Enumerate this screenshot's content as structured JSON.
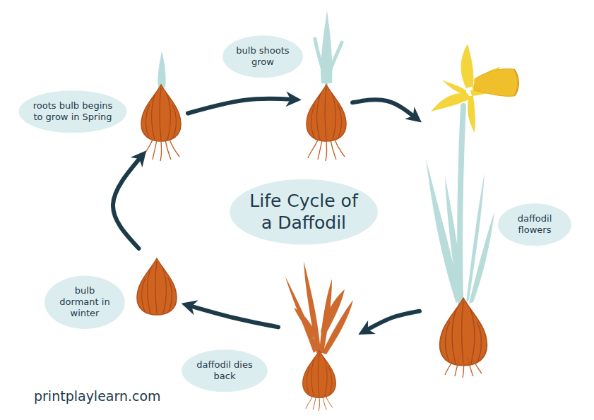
{
  "diagram": {
    "title": "Life Cycle of a Daffodil",
    "nodes": [
      {
        "text": [
          "roots bulb begins to grow in Spring"
        ]
      },
      {
        "text": [
          "bulb shoots grow"
        ]
      },
      {
        "text": [
          "daffodil flowers"
        ]
      },
      {
        "text": [
          "daffodil dies back"
        ]
      },
      {
        "text": [
          "bulb dormant in winter"
        ]
      }
    ],
    "edges": [
      {
        "from": 0,
        "to": 1,
        "arrow": "to"
      },
      {
        "from": 1,
        "to": 2,
        "arrow": "to"
      },
      {
        "from": 2,
        "to": 3,
        "arrow": "to"
      },
      {
        "from": 3,
        "to": 4,
        "arrow": "to"
      },
      {
        "from": 4,
        "to": 0,
        "arrow": "to"
      }
    ],
    "labels": [
      "printplaylearn.com"
    ]
  }
}
